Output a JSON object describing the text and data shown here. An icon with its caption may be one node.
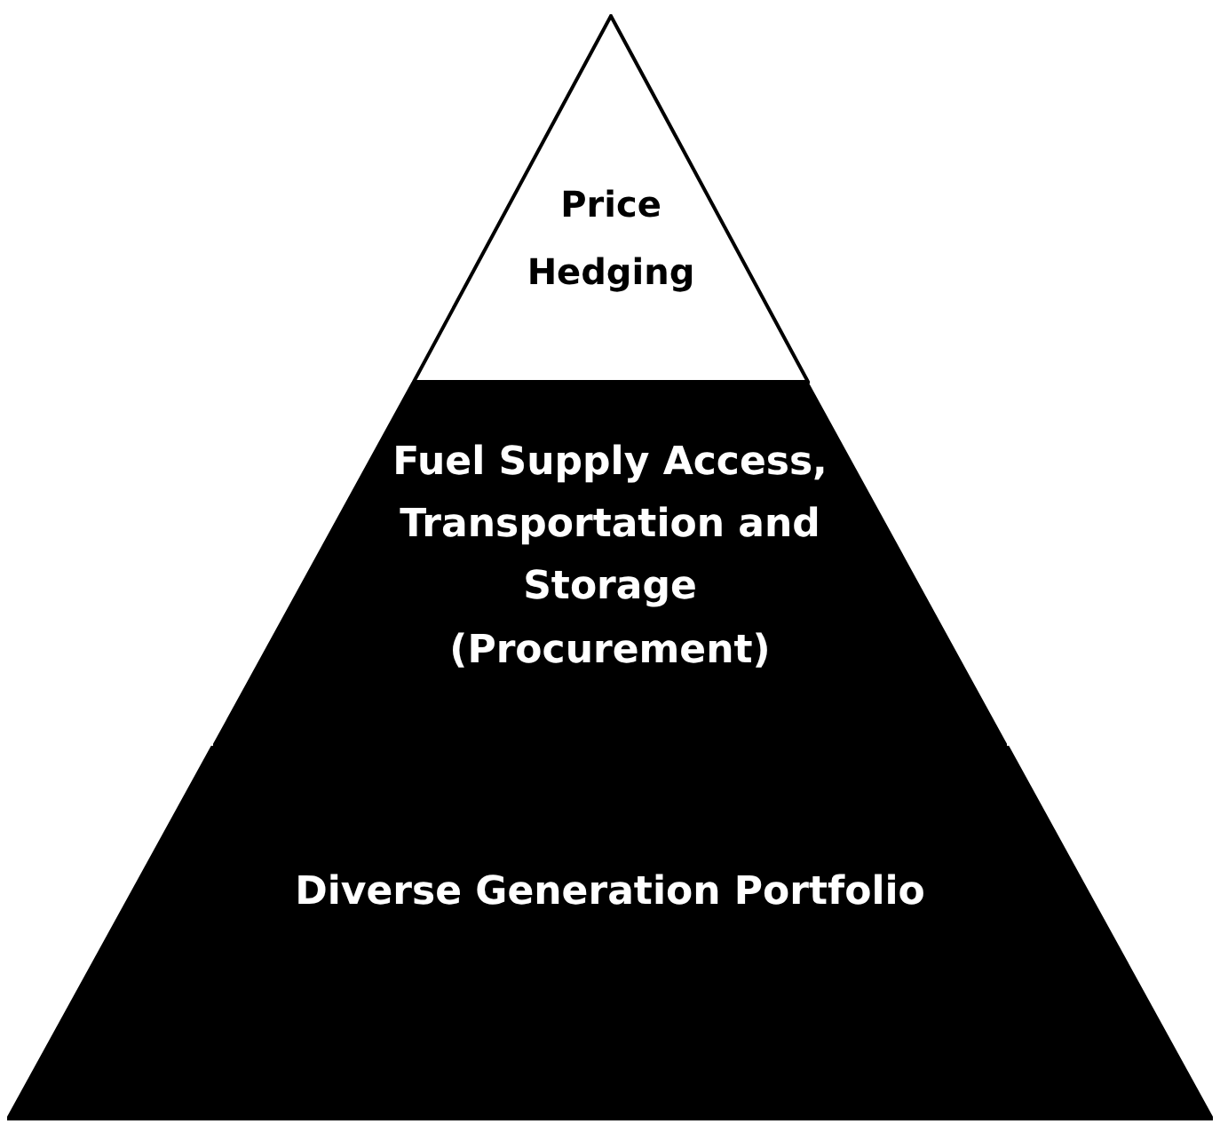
{
  "diagram": {
    "nodes": [
      {
        "text": [
          "Price Hedging"
        ]
      },
      {
        "text": [
          "Fuel Supply Access, Transportation and Storage (Procurement)"
        ]
      },
      {
        "text": [
          "Diverse Generation Portfolio"
        ]
      }
    ]
  }
}
